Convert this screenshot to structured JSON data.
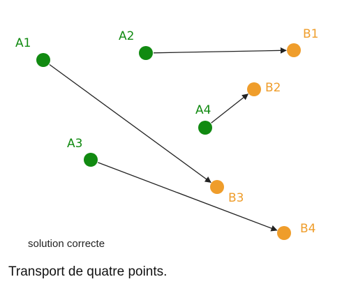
{
  "diagram": {
    "colors": {
      "source": "#118a11",
      "target": "#ef9d2b",
      "arrow": "#222222"
    },
    "sources": [
      {
        "id": "A1",
        "label": "A1"
      },
      {
        "id": "A2",
        "label": "A2"
      },
      {
        "id": "A3",
        "label": "A3"
      },
      {
        "id": "A4",
        "label": "A4"
      }
    ],
    "targets": [
      {
        "id": "B1",
        "label": "B1"
      },
      {
        "id": "B2",
        "label": "B2"
      },
      {
        "id": "B3",
        "label": "B3"
      },
      {
        "id": "B4",
        "label": "B4"
      }
    ],
    "arrows": [
      {
        "from": "A1",
        "to": "B3"
      },
      {
        "from": "A2",
        "to": "B1"
      },
      {
        "from": "A3",
        "to": "B4"
      },
      {
        "from": "A4",
        "to": "B2"
      }
    ],
    "inner_caption": "solution correcte"
  },
  "caption": "Transport de quatre points."
}
